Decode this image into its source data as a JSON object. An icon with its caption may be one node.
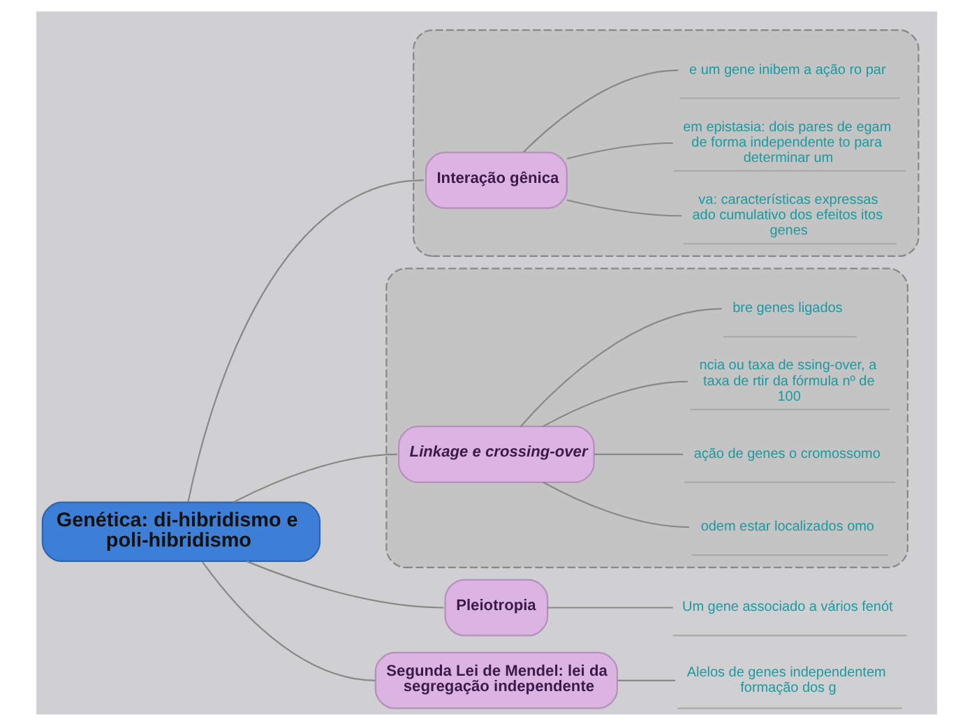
{
  "diagram": {
    "nodes": [
      {
        "text": [
          "Genética: di-hibridismo e poli-hibridismo"
        ]
      },
      {
        "text": [],
        "shape": "box"
      },
      {
        "text": [
          "Interação gênica"
        ],
        "in": 1
      },
      {
        "text": [
          "va: características expressas ado cumulativo dos efeitos itos genes"
        ],
        "in": 1
      },
      {
        "text": [
          "em epistasia: dois pares de egam de forma independente to para determinar um"
        ],
        "in": 1
      },
      {
        "text": [
          "e um gene inibem a ação ro par"
        ],
        "in": 1
      },
      {
        "text": [],
        "shape": "box"
      },
      {
        "text": [
          "Linkage e crossing-over"
        ],
        "in": 6
      },
      {
        "text": [
          "odem estar localizados omo"
        ],
        "in": 6
      },
      {
        "text": [
          "ação de genes o cromossomo"
        ],
        "in": 6
      },
      {
        "text": [
          "ncia ou taxa de ssing-over, a taxa de rtir da fórmula nº de 100"
        ],
        "in": 6
      },
      {
        "text": [
          "bre genes ligados"
        ],
        "in": 6
      },
      {
        "text": [
          "Pleiotropia"
        ]
      },
      {
        "text": [
          "Um gene associado a vários fenót"
        ]
      },
      {
        "text": [
          "Segunda Lei de Mendel: lei da segregação independente"
        ]
      },
      {
        "text": [
          "Alelos de genes independentem formação dos g"
        ]
      }
    ],
    "edges": [
      {
        "from": 0,
        "to": 2,
        "arrow": "none"
      },
      {
        "from": 2,
        "to": 3,
        "arrow": "none"
      },
      {
        "from": 2,
        "to": 4,
        "arrow": "none"
      },
      {
        "from": 2,
        "to": 5,
        "arrow": "none"
      },
      {
        "from": 0,
        "to": 7,
        "arrow": "none"
      },
      {
        "from": 7,
        "to": 8,
        "arrow": "none"
      },
      {
        "from": 7,
        "to": 9,
        "arrow": "none"
      },
      {
        "from": 7,
        "to": 10,
        "arrow": "none"
      },
      {
        "from": 7,
        "to": 11,
        "arrow": "none"
      },
      {
        "from": 0,
        "to": 12,
        "arrow": "none"
      },
      {
        "from": 12,
        "to": 13,
        "arrow": "none"
      },
      {
        "from": 0,
        "to": 14,
        "arrow": "none"
      },
      {
        "from": 14,
        "to": 15,
        "arrow": "none"
      }
    ]
  }
}
